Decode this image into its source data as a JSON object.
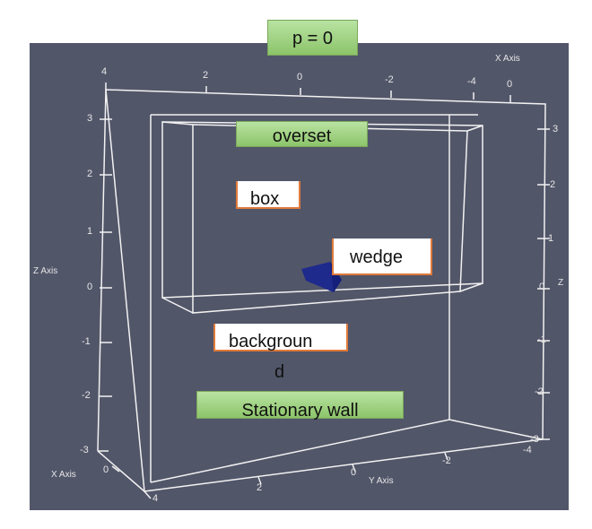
{
  "labels": {
    "pressure": "p = 0",
    "overset": "overset",
    "box": "box",
    "wedge": "wedge",
    "background_line1": "backgroun",
    "background_line2": "d",
    "stationary_wall": "Stationary wall"
  },
  "axes": {
    "x_axis_title": "X Axis",
    "y_axis_title": "Y Axis",
    "z_axis_title": "Z Axis",
    "z_axis_title_right": "Z",
    "top_ticks": [
      "4",
      "2",
      "0",
      "-2",
      "-4",
      "0"
    ],
    "left_z_ticks": [
      "3",
      "2",
      "1",
      "0",
      "-1",
      "-2",
      "-3"
    ],
    "right_z_ticks": [
      "3",
      "2",
      "1",
      "0",
      "-1",
      "-2",
      "-3"
    ],
    "bottom_x_ticks": [
      "0",
      "4"
    ],
    "bottom_y_ticks": [
      "2",
      "0",
      "-2",
      "-4"
    ]
  },
  "colors": {
    "viewport_background": "#525669",
    "wireframe": "#f2f2f2",
    "wedge": "#1e2a8c",
    "label_green": "#9ed27f",
    "label_border_orange": "#e07a3a"
  }
}
